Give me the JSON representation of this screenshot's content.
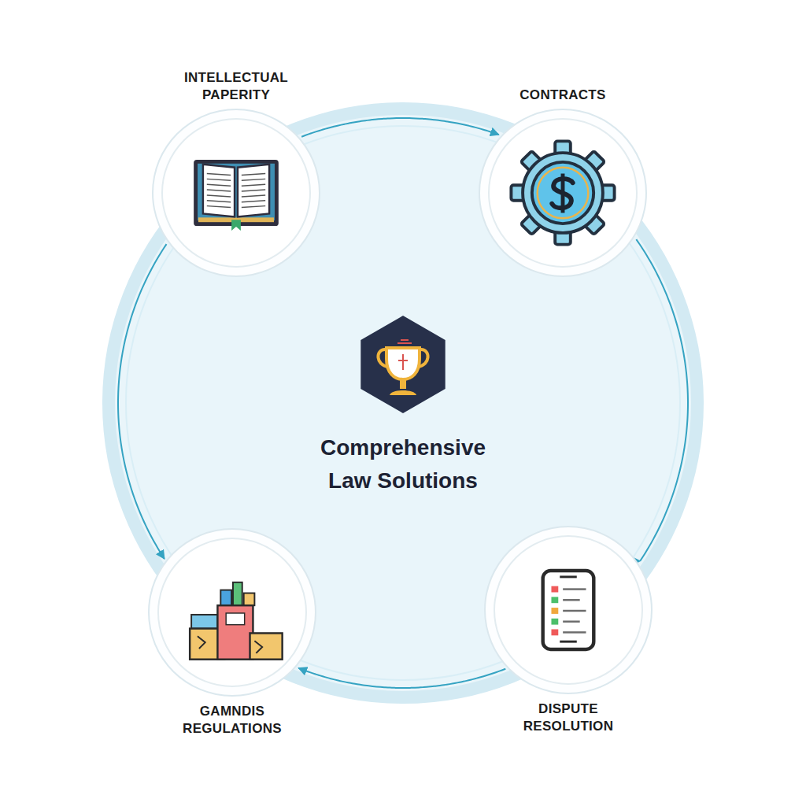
{
  "diagram": {
    "nodes": [
      {
        "text": [
          "INTELLECTUAL PAPERITY"
        ]
      },
      {
        "text": [
          "CONTRACTS"
        ]
      },
      {
        "text": [
          "Comprehensive Law Solutions"
        ]
      },
      {
        "text": [
          "GAMNDIS REGULATIONS"
        ]
      },
      {
        "text": [
          "DISPUTE RESOLUTION"
        ]
      }
    ],
    "edges": [
      {
        "from": 0,
        "to": 1,
        "arrow": "to"
      },
      {
        "from": 1,
        "to": 4,
        "arrow": "to"
      },
      {
        "from": 0,
        "to": 3,
        "arrow": "to"
      },
      {
        "from": 4,
        "to": 3,
        "arrow": "to"
      }
    ]
  }
}
